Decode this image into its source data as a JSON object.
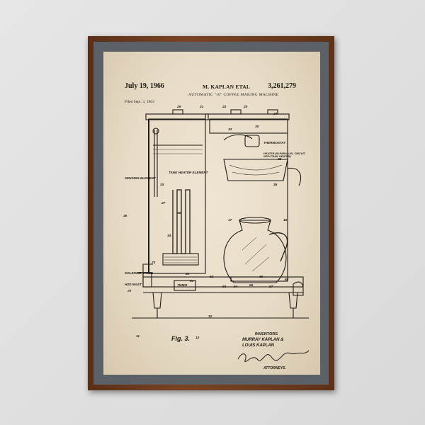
{
  "patent": {
    "date": "July 19, 1966",
    "inventor_header": "M. KAPLAN ETAL",
    "number": "3,261,279",
    "title": "AUTOMATIC \"10\" COFFEE MAKING MACHINE",
    "filed": "Filed Sept. 3, 1963"
  },
  "labels": {
    "sensing_element": "SENSING ELEMENT",
    "tank_heater": "TANK HEATER ELEMENT",
    "solenoid_valve": "SOLENOID VALVE",
    "h2o_inlet": "H2O INLET",
    "timer": "TIMER",
    "thermostat": "THERMOSTAT",
    "heater": "HEATER (IN PARALLEL CIRCUIT WITH TANK HEATER)",
    "fig": "Fig. 3.",
    "inventors_heading": "INVENTORS",
    "inventor_1": "MURRAY KAPLAN &",
    "inventor_2": "LOUIS KAPLAN",
    "attorneys": "ATTORNEYS."
  },
  "numbers": [
    "29",
    "21",
    "22",
    "23",
    "24",
    "32",
    "30",
    "25",
    "26",
    "27",
    "33",
    "34",
    "35",
    "36",
    "16",
    "17",
    "11",
    "12",
    "10",
    "72",
    "73",
    "60",
    "61",
    "62",
    "63",
    "64",
    "65",
    "66",
    "67",
    "68"
  ],
  "colors": {
    "frame": "#6a3a1e",
    "mat": "#5b6166",
    "paper": "#e8dcc7",
    "ink": "#1e1a16"
  }
}
